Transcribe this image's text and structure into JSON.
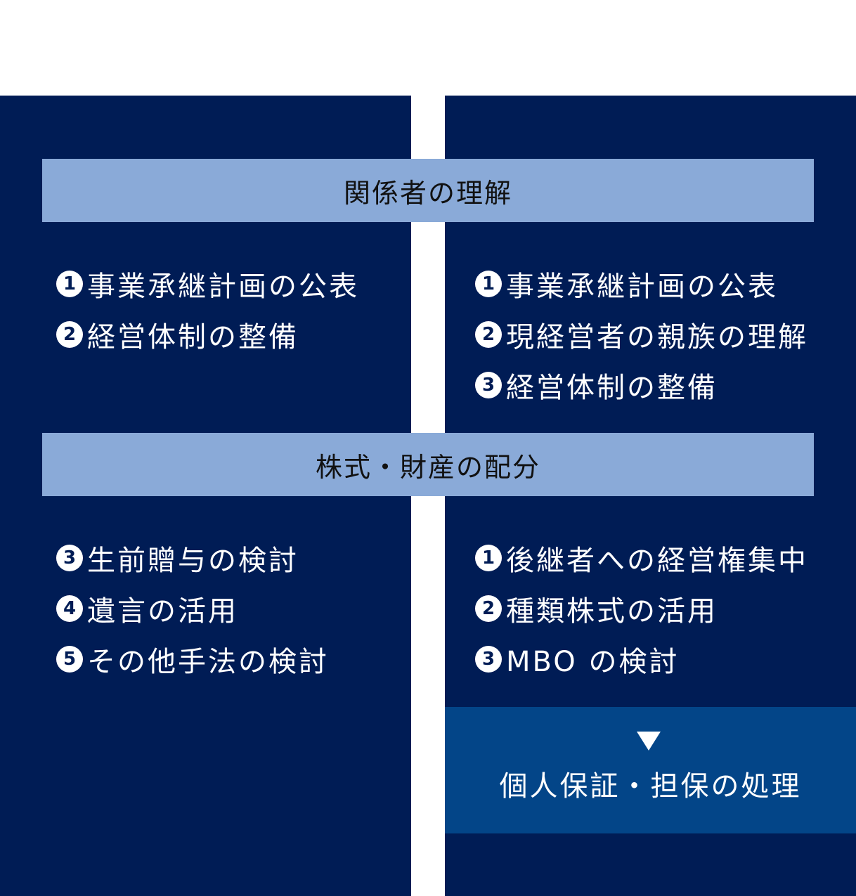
{
  "sections": [
    {
      "title": "関係者の理解",
      "left": [
        {
          "num": "1",
          "text": "事業承継計画の公表"
        },
        {
          "num": "2",
          "text": "経営体制の整備"
        }
      ],
      "right": [
        {
          "num": "1",
          "text": "事業承継計画の公表"
        },
        {
          "num": "2",
          "text": "現経営者の親族の理解"
        },
        {
          "num": "3",
          "text": "経営体制の整備"
        }
      ]
    },
    {
      "title": "株式・財産の配分",
      "left": [
        {
          "num": "3",
          "text": "生前贈与の検討"
        },
        {
          "num": "4",
          "text": "遺言の活用"
        },
        {
          "num": "5",
          "text": "その他手法の検討"
        }
      ],
      "right": [
        {
          "num": "1",
          "text": "後継者への経営権集中"
        },
        {
          "num": "2",
          "text": "種類株式の活用"
        },
        {
          "num": "3",
          "text": "MBO の検討"
        }
      ]
    }
  ],
  "bottom_box": {
    "label": "個人保証・担保の処理",
    "arrow_icon": "down-triangle-icon"
  },
  "colors": {
    "column": "#001c55",
    "band": "#8aaad8",
    "box": "#034588",
    "text": "#ffffff"
  }
}
